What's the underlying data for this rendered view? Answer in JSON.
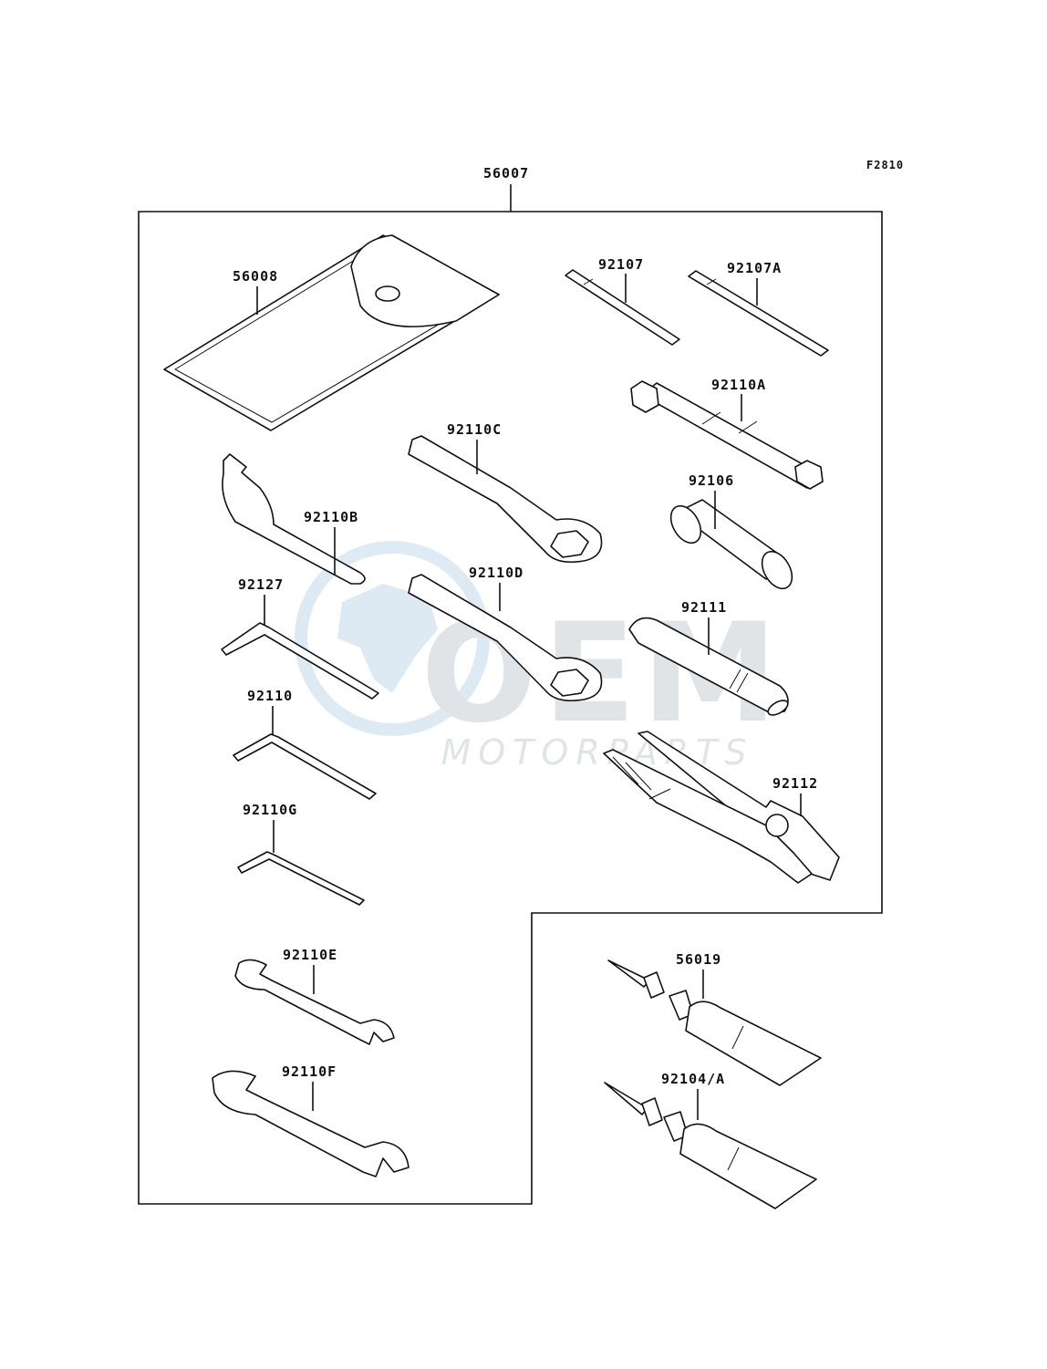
{
  "figure_code": "F2810",
  "watermark": {
    "logo_text": "OEM",
    "sub_text": "MOTORPARTS"
  },
  "parts": {
    "kit": "56007",
    "pouch": "56008",
    "screwdriver_1": "92107",
    "screwdriver_2": "92107A",
    "box_wrench_a": "92110A",
    "socket": "92106",
    "wrench_c": "92110C",
    "wrench_d": "92110D",
    "spanner_b": "92110B",
    "hex_key_27": "92127",
    "hex_key_10": "92110",
    "hex_key_g": "92110G",
    "bar_11": "92111",
    "pliers": "92112",
    "wrench_e": "92110E",
    "wrench_f": "92110F",
    "tube_1": "56019",
    "tube_2": "92104/A"
  }
}
